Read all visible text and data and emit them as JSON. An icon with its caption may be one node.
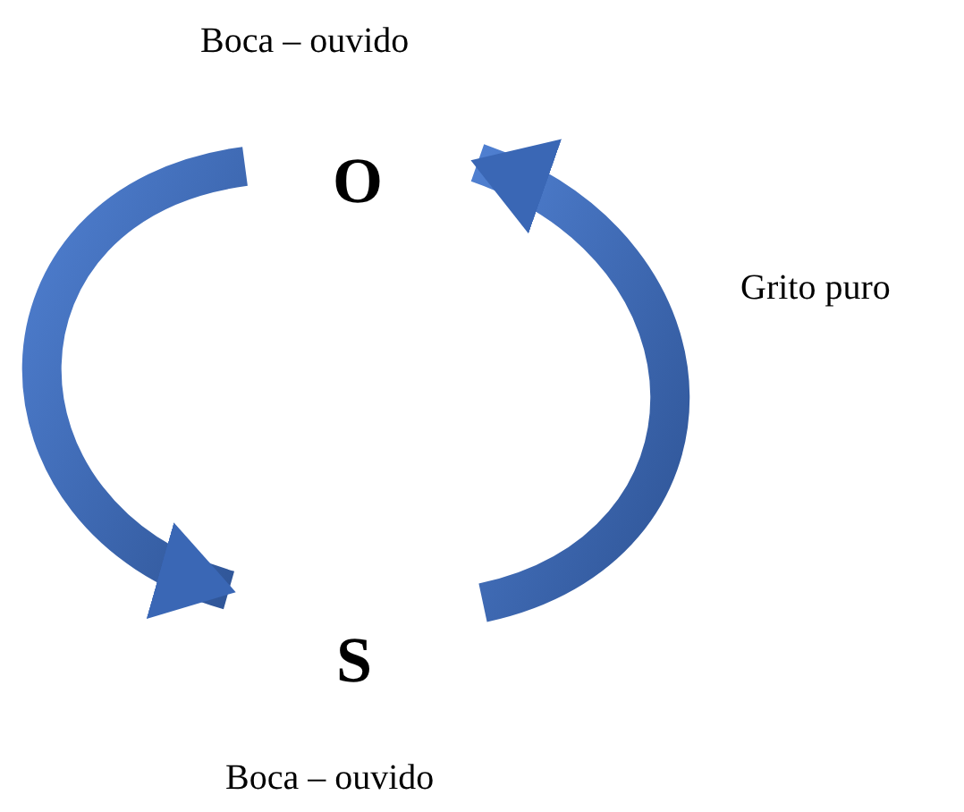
{
  "diagram": {
    "nodes": [
      {
        "text": [
          "O"
        ],
        "beside": [
          "Boca – ouvido"
        ]
      },
      {
        "text": [
          "S"
        ],
        "beside": [
          "Boca – ouvido"
        ]
      }
    ],
    "edges": [
      {
        "from": 0,
        "to": 1,
        "arrow": "to"
      },
      {
        "from": 1,
        "to": 0,
        "arrow": "to",
        "label": "Grito puro"
      }
    ]
  }
}
